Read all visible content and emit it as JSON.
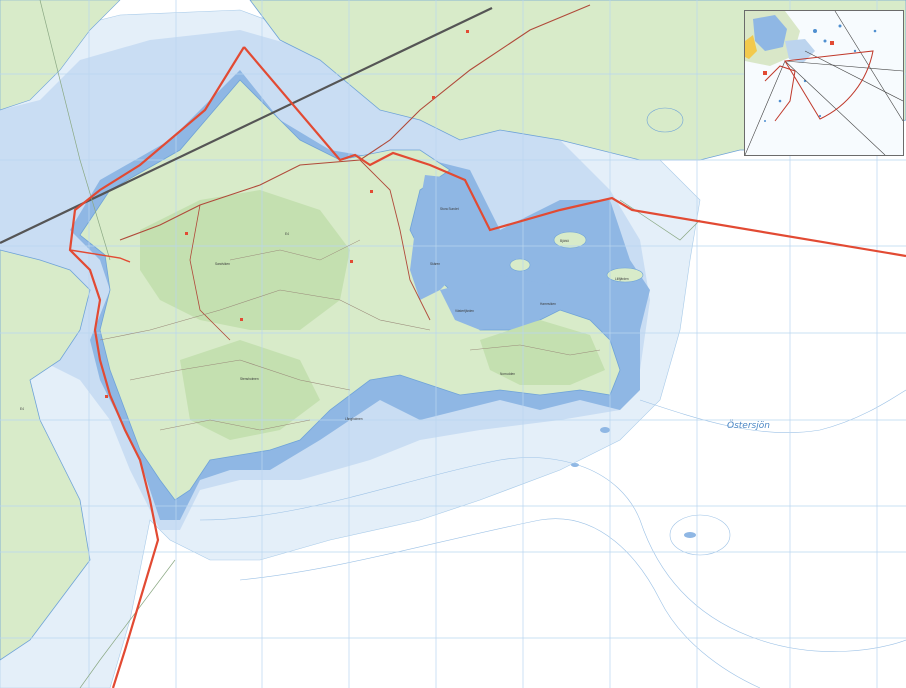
{
  "map": {
    "sea_name": "Östersjön",
    "road_label_1": "E4",
    "road_label_2": "E4",
    "place_labels": [
      "Stora Sundet",
      "Västerfjärden",
      "Skären",
      "Hamnviken",
      "Långholmen",
      "Norrudden",
      "Sandviken",
      "Björkö",
      "Lillfjärden",
      "Stensholmen"
    ]
  },
  "colors": {
    "land": "#d8ebc9",
    "forest": "#cfe6bf",
    "water_deep": "#8fb7e4",
    "water_shallow": "#c9ddf3",
    "water_pale": "#e4eff9",
    "boundary_red": "#e24a33",
    "grid_line": "#b9d6ef",
    "power_line": "#555555",
    "sea_label": "#4a86c4"
  },
  "inset": {
    "present": true
  }
}
